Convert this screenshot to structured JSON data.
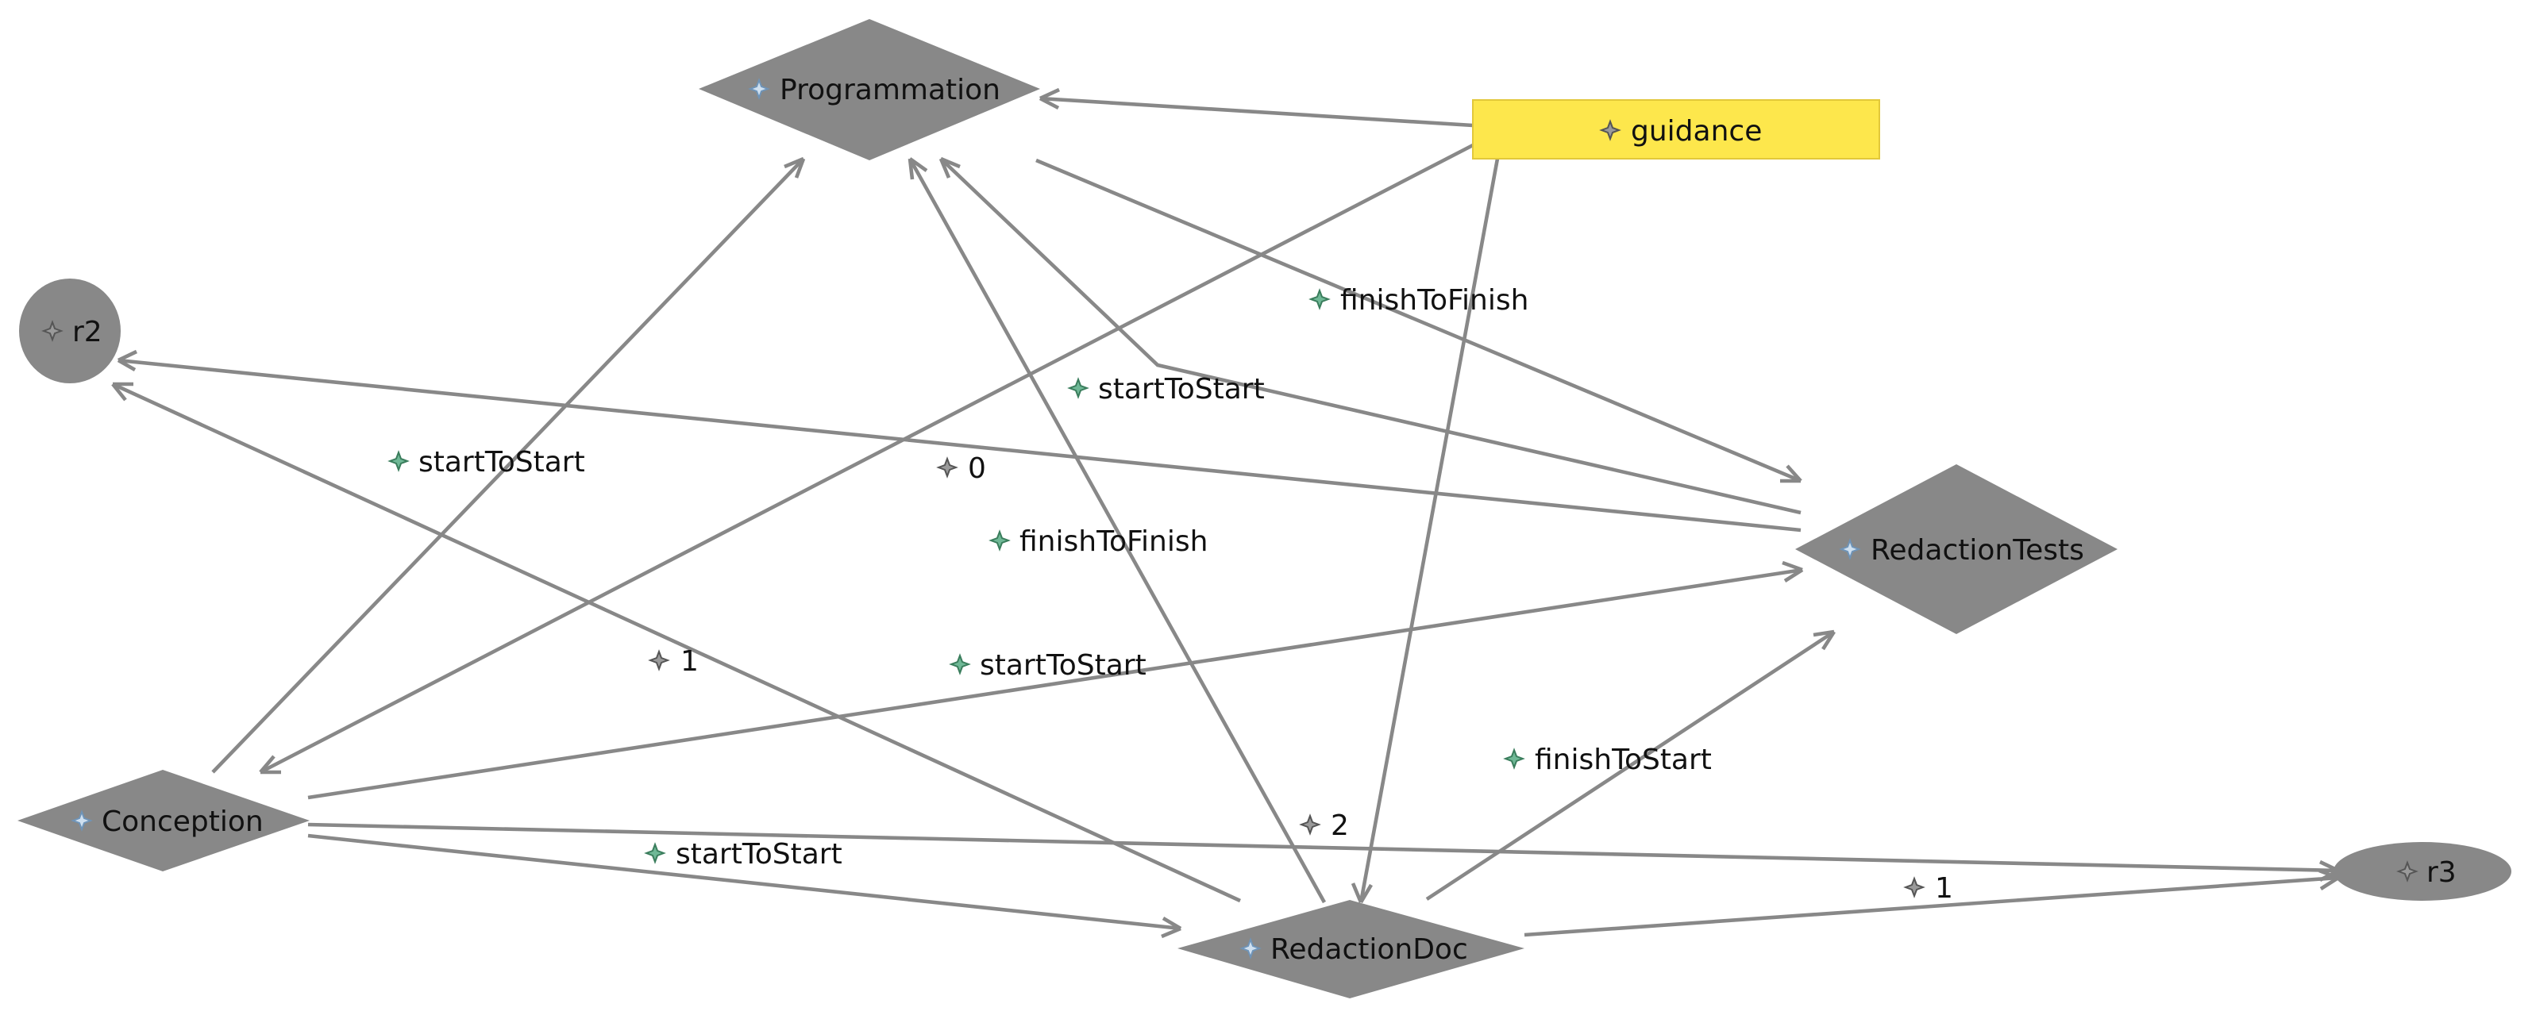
{
  "colors": {
    "node_fill": "#888888",
    "edge": "#888888",
    "guidance_fill": "#fde74c",
    "role_icon": "#4a9a78",
    "milestone_icon": "#555555",
    "phase_icon": "#a8c8e8"
  },
  "nodes": {
    "programmation": {
      "label": "Programmation",
      "icon": "phase-icon"
    },
    "guidance": {
      "label": "guidance",
      "icon": "milestone-icon"
    },
    "r2": {
      "label": "r2",
      "icon": "milestone-icon"
    },
    "redaction_tests": {
      "label": "RedactionTests",
      "icon": "phase-icon"
    },
    "conception": {
      "label": "Conception",
      "icon": "phase-icon"
    },
    "redaction_doc": {
      "label": "RedactionDoc",
      "icon": "phase-icon"
    },
    "r3": {
      "label": "r3",
      "icon": "milestone-icon"
    }
  },
  "edge_labels": {
    "finish_to_finish_top": {
      "label": "finishToFinish",
      "icon": "role-icon"
    },
    "start_to_start_mid": {
      "label": "startToStart",
      "icon": "role-icon"
    },
    "start_to_start_left": {
      "label": "startToStart",
      "icon": "role-icon"
    },
    "zero": {
      "label": "0",
      "icon": "milestone-icon"
    },
    "finish_to_finish_mid": {
      "label": "finishToFinish",
      "icon": "role-icon"
    },
    "one_left": {
      "label": "1",
      "icon": "milestone-icon"
    },
    "start_to_start_center": {
      "label": "startToStart",
      "icon": "role-icon"
    },
    "finish_to_start": {
      "label": "finishToStart",
      "icon": "role-icon"
    },
    "two": {
      "label": "2",
      "icon": "milestone-icon"
    },
    "start_to_start_bottom": {
      "label": "startToStart",
      "icon": "role-icon"
    },
    "one_right": {
      "label": "1",
      "icon": "milestone-icon"
    }
  }
}
